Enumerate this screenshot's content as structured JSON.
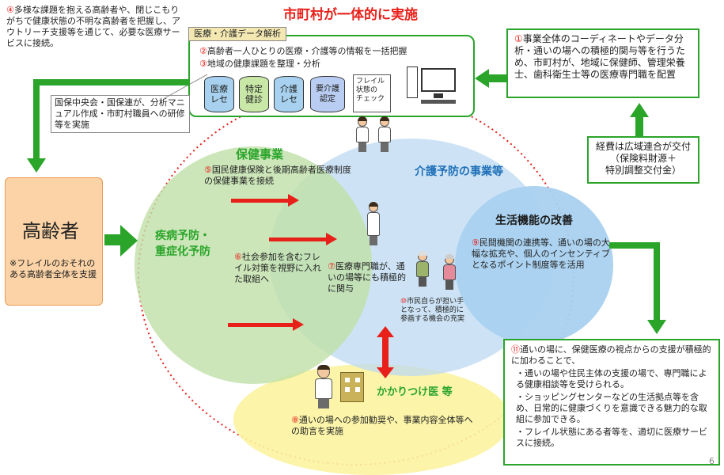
{
  "title": "市町村が一体的に実施",
  "page_number": "6",
  "item4": {
    "num": "④",
    "text": "多様な課題を抱える高齢者や、閉じこもりがちで健康状態の不明な高齢者を把握し、アウトリーチ支援等を通じて、必要な医療サービスに接続。"
  },
  "data_panel": {
    "tab": "医療・介護データ解析",
    "item2_num": "②",
    "item2": "高齢者一人ひとりの医療・介護等の情報を一括把握",
    "item3_num": "③",
    "item3": "地域の健康課題を整理・分析",
    "cyl1": "医療\nレセ",
    "cyl2": "特定\n健診",
    "cyl3": "介護\nレセ",
    "cyl4": "要介護\n認定",
    "frail_check": "フレイル\n状態の\nチェック"
  },
  "kokuho_note": "国保中央会・国保連が、分析マニュアル作成・市町村職員への研修等を実施",
  "item1": {
    "num": "①",
    "text": "事業全体のコーディネートやデータ分析・通いの場への積極的関与等を行うため、市町村が、地域に保健師、管理栄養士、歯科衛生士等の医療専門職を配置"
  },
  "funding": "経費は広域連合が交付\n（保険料財源＋\n特別調整交付金）",
  "elderly": {
    "title": "高齢者",
    "note": "※フレイルのおそれのある高齢者全体を支援"
  },
  "hoken": {
    "title": "保健事業",
    "item5_num": "⑤",
    "item5": "国民健康保険と後期高齢者医療制度の保健事業を接続"
  },
  "disease": {
    "title": "疾病予防・\n重症化予防"
  },
  "item6": {
    "num": "⑥",
    "text": "社会参加を含むフレイル対策を視野に入れた取組へ"
  },
  "kaigo": {
    "title": "介護予防の事業等"
  },
  "item7": {
    "num": "⑦",
    "text": "医療専門職が、通いの場等にも積極的に関与"
  },
  "seikatsu": {
    "title": "生活機能の改善",
    "item9_num": "⑨",
    "item9": "民間機関の連携等、通いの場の大幅な拡充や、個人のインセンティブとなるポイント制度等を活用"
  },
  "item10": {
    "num": "⑩",
    "text": "市民自らが担い手となって、積極的に参画する機会の充実"
  },
  "kakaritsuke": {
    "title": "かかりつけ医 等",
    "item8_num": "⑧",
    "item8": "通いの場への参加勧奨や、事業内容全体等への助言を実施"
  },
  "item11": {
    "num": "⑪",
    "lead": "通いの場に、保健医療の視点からの支援が積極的に加わることで、",
    "bullets": [
      "・通いの場や住民主体の支援の場で、専門職による健康相談等を受けられる。",
      "・ショッピングセンターなどの生活拠点等を含め、日常的に健康づくりを意識できる魅力的な取組に参加できる。",
      "・フレイル状態にある者等を、適切に医療サービスに接続。"
    ]
  },
  "colors": {
    "green": "#2aa52a",
    "red": "#e8201a",
    "orange_bg": "#fbd3a6",
    "blue_circle": "#bcd9f2",
    "green_circle": "#bfe0a8",
    "yellow_circle": "#fbf3a0"
  }
}
